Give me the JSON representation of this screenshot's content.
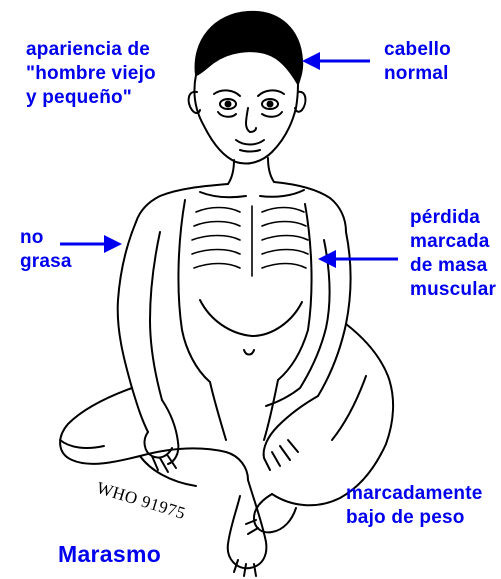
{
  "labels": {
    "old_man": [
      "apariencia de",
      "\"hombre viejo",
      "y pequeño\""
    ],
    "hair": [
      "cabello",
      "normal"
    ],
    "no_fat": [
      "no",
      "grasa"
    ],
    "muscle": [
      "pérdida",
      "marcada",
      "de masa",
      "muscular"
    ],
    "weight": [
      "marcadamente",
      "bajo de peso"
    ]
  },
  "caption": "Marasmo",
  "watermark": "WHO 91975",
  "colors": {
    "label": "#0000ee",
    "line": "#000000",
    "background": "#ffffff"
  },
  "icons": [
    "arrow-left-icon",
    "arrow-right-icon"
  ]
}
